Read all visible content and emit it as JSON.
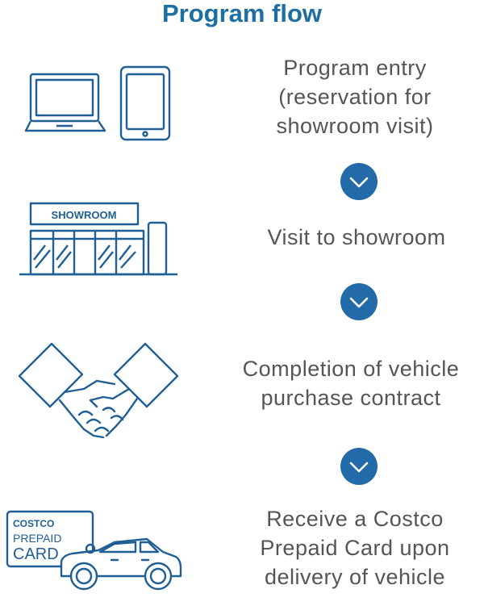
{
  "title": "Program flow",
  "steps": [
    {
      "lines": [
        "Program entry",
        "(reservation for",
        "showroom visit)"
      ],
      "icon": "computer-and-tablet-icon"
    },
    {
      "lines": [
        "Visit to showroom"
      ],
      "icon": "showroom-icon",
      "sign_text": "SHOWROOM"
    },
    {
      "lines": [
        "Completion of vehicle",
        "purchase contract"
      ],
      "icon": "handshake-icon"
    },
    {
      "lines": [
        "Receive a Costco",
        "Prepaid Card upon",
        "delivery of vehicle"
      ],
      "icon": "prepaid-card-and-car-icon",
      "card_lines": [
        "COSTCO",
        "PREPAID",
        "CARD"
      ]
    }
  ],
  "arrow_icon": "chevron-down-icon",
  "colors": {
    "title": "#1d6fa3",
    "icon_stroke": "#1f5f93",
    "arrow_fill": "#236aa9",
    "text": "#555555"
  }
}
